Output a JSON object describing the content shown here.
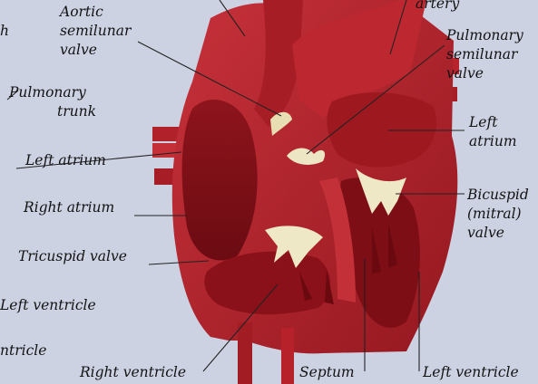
{
  "labels": {
    "left_cut_top": "h",
    "aortic_semilunar_valve": [
      "Aortic",
      "semilunar",
      "valve"
    ],
    "pulmonary_artery": "artery",
    "pulmonary_semilunar_valve": [
      "Pulmonary",
      "semilunar",
      "valve"
    ],
    "pulmonary_trunk": [
      "Pulmonary",
      "trunk"
    ],
    "left_atrium_right": [
      "Left",
      "atrium"
    ],
    "left_atrium_left": "Left atrium",
    "right_atrium": "Right atrium",
    "bicuspid_valve": [
      "Bicuspid",
      "(mitral)",
      "valve"
    ],
    "tricuspid_valve": "Tricuspid valve",
    "left_ventricle_left": "Left ventricle",
    "ventricle_cut": "ntricle",
    "right_ventricle": "Right ventricle",
    "septum": "Septum",
    "left_ventricle_bottom": "Left ventricle"
  },
  "colors": {
    "background": "#cdd2e3",
    "muscle": "#b7222a",
    "muscle_dark": "#7e0f16",
    "valve": "#ece6c4",
    "leader_line": "#222222"
  }
}
